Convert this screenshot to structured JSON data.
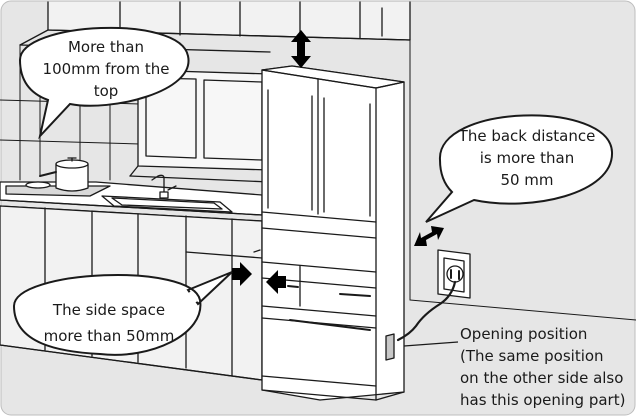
{
  "callouts": {
    "top": {
      "line1": "More than",
      "line2": "100mm from the",
      "line3": "top"
    },
    "back": {
      "line1": "The back distance",
      "line2": "is more than",
      "line3": "50 mm"
    },
    "side": {
      "line1": "The side space",
      "line2": "more than 50mm"
    }
  },
  "annotation": {
    "line1": "Opening position",
    "line2": "(The same position",
    "line3": "on the other side also",
    "line4": "has this opening part)"
  },
  "colors": {
    "frame_fill": "#e6e6e6",
    "line": "#1a1a1a",
    "bubble_fill": "#ffffff",
    "arrow": "#000000"
  }
}
